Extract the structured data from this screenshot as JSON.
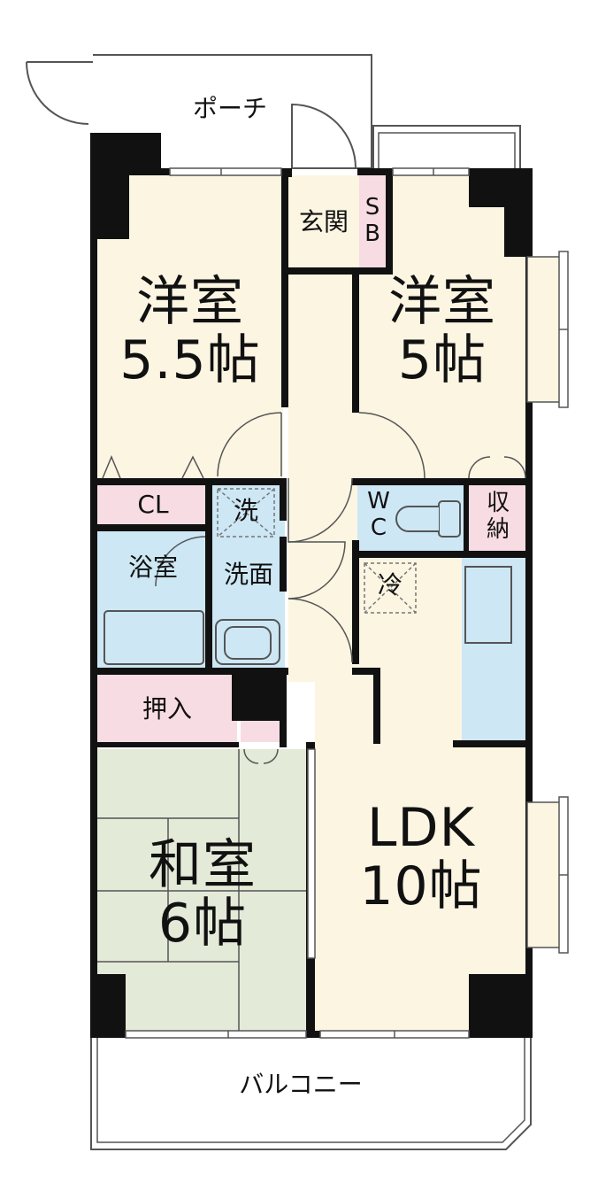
{
  "colors": {
    "room": "#fbf5e2",
    "wet": "#cde7f4",
    "storage": "#f8dce4",
    "washitsu": "#e4ead8",
    "wall": "#111111",
    "line": "#555555"
  },
  "labels": {
    "porch": "ポーチ",
    "genkan": "玄関",
    "sb": "S\nB",
    "western1": "洋室\n5.5帖",
    "western2": "洋室\n5帖",
    "cl": "CL",
    "wash_machine": "洗",
    "senmen": "洗面",
    "bath": "浴室",
    "wc": "W\nC",
    "shuno": "収\n納",
    "fridge": "冷",
    "oshiire": "押入",
    "washitsu": "和室\n6帖",
    "ldk": "LDK\n10帖",
    "balcony": "バルコニー"
  }
}
